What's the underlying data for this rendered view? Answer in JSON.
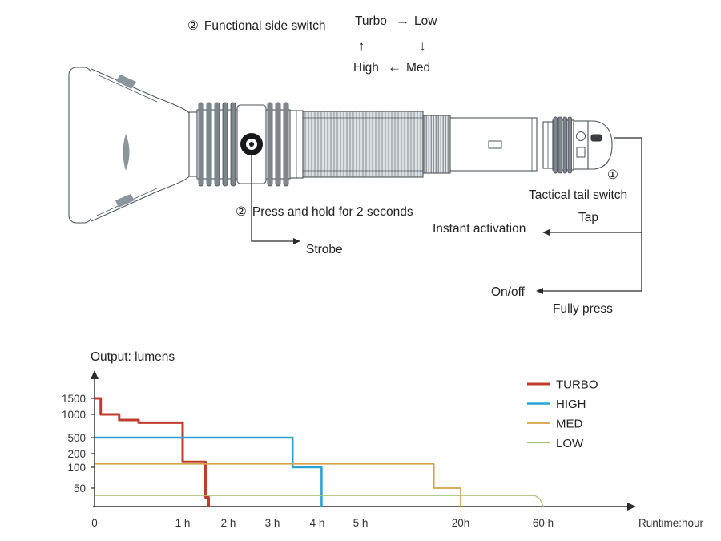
{
  "page": {
    "background": "#ffffff"
  },
  "diagram": {
    "side_switch": {
      "number": "②",
      "label": "Functional side switch",
      "hold_number": "②",
      "hold_label": "Press and hold for 2 seconds",
      "strobe_label": "Strobe",
      "mode_cycle": {
        "turbo": "Turbo",
        "low": "Low",
        "med": "Med",
        "high": "High",
        "arrow_right": "→",
        "arrow_left": "←",
        "arrow_down": "↓",
        "arrow_up": "↑"
      }
    },
    "tail_switch": {
      "number": "①",
      "label": "Tactical tail switch",
      "tap_label": "Tap",
      "tap_action": "Instant activation",
      "press_label": "Fully press",
      "press_action": "On/off"
    }
  },
  "chart": {
    "title": "Output: lumens",
    "runtime_label": "Runtime:hour"
  },
  "chart_data": {
    "type": "line",
    "title": "Output: lumens",
    "xlabel": "Runtime:hour",
    "ylabel": "Output: lumens",
    "grid": false,
    "legend_position": "top-right",
    "x_ticks": [
      {
        "label": "0",
        "hours": 0
      },
      {
        "label": "1 h",
        "hours": 1
      },
      {
        "label": "2 h",
        "hours": 2
      },
      {
        "label": "3 h",
        "hours": 3
      },
      {
        "label": "4 h",
        "hours": 4
      },
      {
        "label": "5 h",
        "hours": 5
      },
      {
        "label": "20h",
        "hours": 20
      },
      {
        "label": "60 h",
        "hours": 60
      }
    ],
    "y_ticks": [
      {
        "label": "1500",
        "value": 1500
      },
      {
        "label": "1000",
        "value": 1000
      },
      {
        "label": "500",
        "value": 500
      },
      {
        "label": "200",
        "value": 200
      },
      {
        "label": "100",
        "value": 100
      },
      {
        "label": "50",
        "value": 50
      }
    ],
    "series": [
      {
        "name": "TURBO",
        "color": "#c23b2e",
        "points": [
          [
            0,
            1500
          ],
          [
            0.07,
            1500
          ],
          [
            0.07,
            1000
          ],
          [
            0.28,
            1000
          ],
          [
            0.28,
            880
          ],
          [
            0.5,
            880
          ],
          [
            0.5,
            820
          ],
          [
            1.0,
            820
          ],
          [
            1.0,
            140
          ],
          [
            1.5,
            140
          ],
          [
            1.5,
            25
          ],
          [
            1.57,
            25
          ],
          [
            1.57,
            0
          ]
        ]
      },
      {
        "name": "HIGH",
        "color": "#2ba3d4",
        "points": [
          [
            0,
            500
          ],
          [
            3.45,
            500
          ],
          [
            3.45,
            100
          ],
          [
            4.1,
            100
          ],
          [
            4.1,
            0
          ]
        ]
      },
      {
        "name": "MED",
        "color": "#d4a24a",
        "points": [
          [
            0,
            125
          ],
          [
            16,
            125
          ],
          [
            16,
            50
          ],
          [
            20,
            50
          ],
          [
            20,
            0
          ]
        ]
      },
      {
        "name": "LOW",
        "color": "#a9c47f",
        "points": [
          [
            0,
            30
          ],
          [
            56,
            30
          ],
          [
            58.5,
            20
          ],
          [
            60,
            0
          ]
        ]
      }
    ]
  }
}
